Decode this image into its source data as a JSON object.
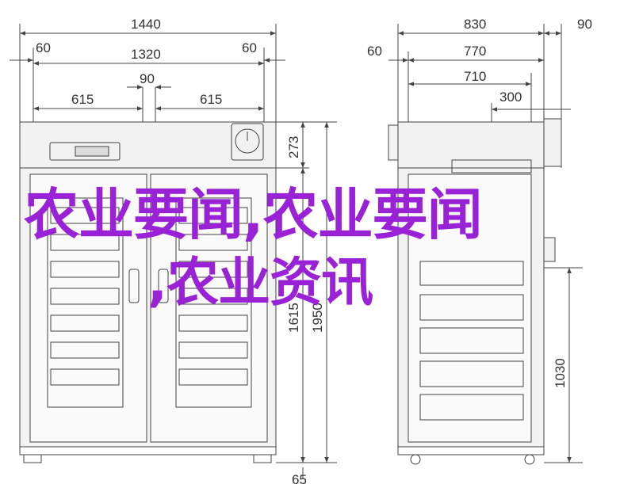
{
  "dimensions": {
    "front": {
      "total_width": "1440",
      "left_margin": "60",
      "right_margin": "60",
      "inner_width": "1320",
      "center_gap": "90",
      "door_left": "615",
      "door_right": "615",
      "top_section": "273",
      "height_a": "1615",
      "height_b": "1950",
      "bottom_offset": "65"
    },
    "side": {
      "total_depth": "830",
      "top_right": "90",
      "offset_left": "60",
      "depth_a": "770",
      "depth_b": "710",
      "depth_c": "300",
      "shelf_height": "1030"
    }
  },
  "overlay": {
    "line1": "农业要闻,农业要闻",
    "line2": ",农业资讯"
  },
  "colors": {
    "line": "#444444",
    "panel": "#f2f2f2",
    "overlay": "#9a22d6"
  }
}
